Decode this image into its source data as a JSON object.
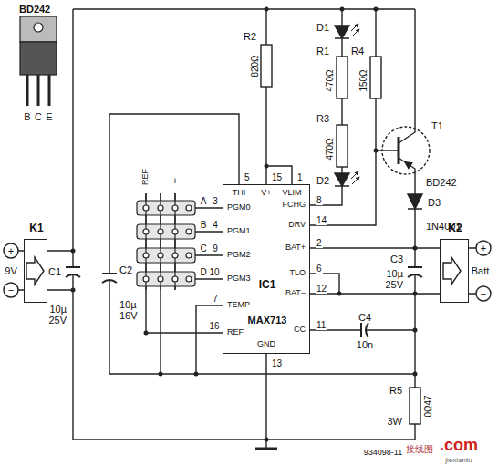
{
  "diagram": {
    "nodes": [
      {
        "text": [
          "IC1",
          "MAX713"
        ]
      },
      {
        "text": [
          "K1"
        ]
      },
      {
        "text": [
          "K2"
        ]
      }
    ],
    "labels": [
      "BD242",
      "B",
      "C",
      "E",
      "R2",
      "820Ω",
      "D1",
      "R1",
      "470Ω",
      "R3",
      "470Ω",
      "D2",
      "R4",
      "150Ω",
      "T1",
      "BD242",
      "D3",
      "1N4001",
      "C1",
      "10µ 25V",
      "C2",
      "10µ 16V",
      "C3",
      "10µ 25V",
      "C4",
      "10n",
      "R5",
      "0Ω47",
      "3W",
      "9V",
      "+",
      "−",
      "+",
      "−",
      "Batt.",
      "REF",
      "−",
      "+",
      "A",
      "B",
      "C",
      "D",
      "3",
      "4",
      "9",
      "10",
      "7",
      "16",
      "5",
      "15",
      "1",
      "8",
      "14",
      "2",
      "6",
      "12",
      "11",
      "13",
      "THI",
      "V+",
      "VLIM",
      "PGM0",
      "PGM1",
      "PGM2",
      "PGM3",
      "TEMP",
      "REF",
      "FCHG",
      "DRV",
      "BAT+",
      "TLO",
      "BAT−",
      "CC",
      "GND",
      "934098-11",
      "接线图",
      ".com",
      "jiexiantu"
    ]
  }
}
